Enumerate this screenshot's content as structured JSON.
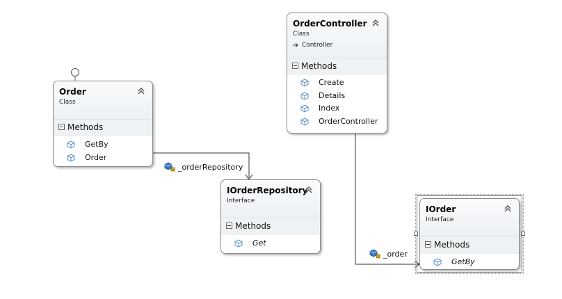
{
  "diagram": {
    "classes": [
      {
        "id": "order",
        "name": "Order",
        "stereotype": "Class",
        "compartment": "Methods",
        "members": [
          {
            "name": "GetBy"
          },
          {
            "name": "Order"
          }
        ]
      },
      {
        "id": "order_controller",
        "name": "OrderController",
        "stereotype": "Class",
        "base_class": "Controller",
        "compartment": "Methods",
        "members": [
          {
            "name": "Create"
          },
          {
            "name": "Details"
          },
          {
            "name": "Index"
          },
          {
            "name": "OrderController"
          }
        ]
      },
      {
        "id": "iorder_repository",
        "name": "IOrderRepository",
        "stereotype": "Interface",
        "compartment": "Methods",
        "members": [
          {
            "name": "Get"
          }
        ]
      },
      {
        "id": "iorder",
        "name": "IOrder",
        "stereotype": "Interface",
        "compartment": "Methods",
        "members": [
          {
            "name": "GetBy"
          }
        ]
      }
    ],
    "associations": [
      {
        "label": "_orderRepository",
        "from": "Order",
        "to": "IOrderRepository"
      },
      {
        "label": "_order",
        "from": "OrderController",
        "to": "IOrder"
      }
    ],
    "lollipop_on": "Order",
    "selected": "IOrder",
    "colors": {
      "header": "#edf1f5",
      "compartment": "#eef2f4",
      "method_icon": "#7aa9d9",
      "field_icon": "#3b78c2",
      "connector": "#333333"
    }
  }
}
